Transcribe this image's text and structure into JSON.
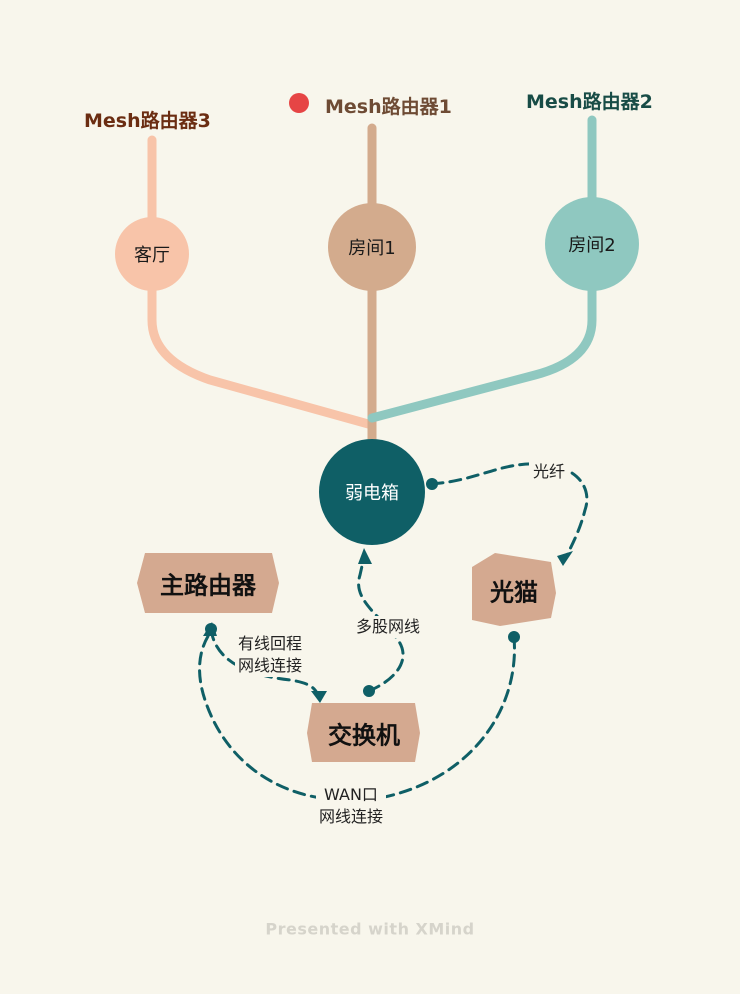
{
  "mesh_routers": {
    "router3": "Mesh路由器3",
    "router1": "Mesh路由器1",
    "router2": "Mesh路由器2"
  },
  "rooms": {
    "living_room": "客厅",
    "room1": "房间1",
    "room2": "房间2"
  },
  "hub": "弱电箱",
  "devices": {
    "main_router": "主路由器",
    "optical_modem": "光猫",
    "switch": "交换机"
  },
  "edge_labels": {
    "fiber": "光纤",
    "multi_cable": "多股网线",
    "wired_backhaul_1": "有线回程",
    "wired_backhaul_2": "网线连接",
    "wan_1": "WAN口",
    "wan_2": "网线连接"
  },
  "footer": "Presented with XMind",
  "colors": {
    "background": "#f8f6ec",
    "branch_living": "#f8c4a9",
    "branch_room1": "#d3ab8d",
    "branch_room2": "#8fc8c0",
    "hub": "#0f5f66",
    "device_fill": "#d4a990",
    "dashed_link": "#0f5f66",
    "marker_dot": "#e64545",
    "title_router3": "#6b2d12",
    "title_router1": "#6e4b34",
    "title_router2": "#184c46"
  }
}
